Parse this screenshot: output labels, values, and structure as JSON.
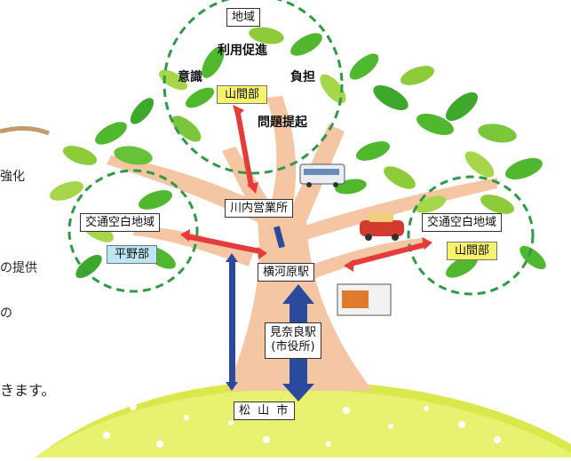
{
  "colors": {
    "leaf": "#4fb82e",
    "leaf_light": "#a6d64a",
    "trunk": "#f3c6a6",
    "circle": "#2f9a45",
    "red_arrow": "#e53b3b",
    "blue_arrow": "#2b4a9c",
    "ground": "#e7f05a",
    "mountain": "#d9ea4b",
    "highlight_yellow": "#f6f26a",
    "highlight_blue": "#bde6f4"
  },
  "region_top": {
    "title": "地域",
    "items": [
      "利用促進",
      "意識",
      "負担",
      "問題提起"
    ],
    "tag": "山間部"
  },
  "region_left": {
    "title": "交通空白地域",
    "tag": "平野部"
  },
  "region_right": {
    "title": "交通空白地域",
    "tag": "山間部"
  },
  "nodes": {
    "office": "川内営業所",
    "station1": "横河原駅",
    "station2_line1": "見奈良駅",
    "station2_line2": "(市役所)",
    "city": "松 山 市"
  },
  "cut_text": [
    "強化",
    "の提供",
    "の",
    "きます。"
  ]
}
